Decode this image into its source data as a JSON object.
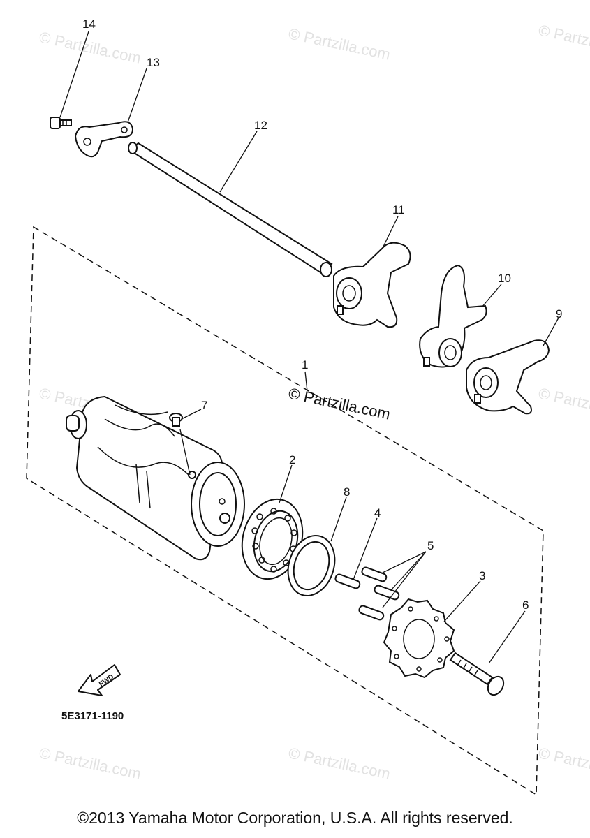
{
  "watermark": "© Partzilla.com",
  "callouts": {
    "p1": "1",
    "p2": "2",
    "p3": "3",
    "p4": "4",
    "p5": "5",
    "p6": "6",
    "p7": "7",
    "p8": "8",
    "p9": "9",
    "p10": "10",
    "p11": "11",
    "p12": "12",
    "p13": "13",
    "p14": "14"
  },
  "fwd_label": "FWD",
  "diagram_code": "5E3171-1190",
  "copyright": "©2013 Yamaha Motor Corporation, U.S.A. All rights reserved."
}
